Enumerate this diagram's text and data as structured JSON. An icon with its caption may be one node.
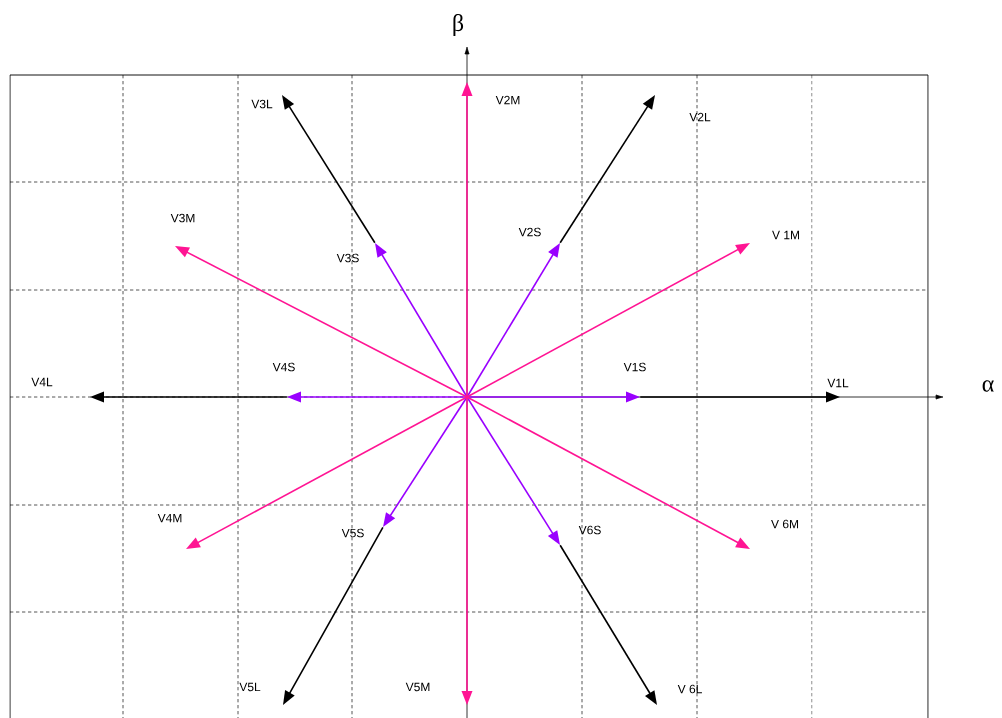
{
  "diagram": {
    "nodes": [
      {
        "text": [
          "V3L"
        ]
      },
      {
        "text": [
          "V2M"
        ]
      },
      {
        "text": [
          "V2L"
        ]
      },
      {
        "text": [
          "V3M"
        ]
      },
      {
        "text": [
          "V3S"
        ]
      },
      {
        "text": [
          "V2S"
        ]
      },
      {
        "text": [
          "V 1M"
        ]
      },
      {
        "text": [
          "V4L"
        ]
      },
      {
        "text": [
          "V4S"
        ]
      },
      {
        "text": [
          "V1S"
        ]
      },
      {
        "text": [
          "V1L"
        ]
      },
      {
        "text": [
          "V4M"
        ]
      },
      {
        "text": [
          "V5S"
        ]
      },
      {
        "text": [
          "V6S"
        ]
      },
      {
        "text": [
          "V 6M"
        ]
      },
      {
        "text": [
          "V5L"
        ]
      },
      {
        "text": [
          "V5M"
        ]
      },
      {
        "text": [
          "V 6L"
        ]
      }
    ],
    "edges": [
      {
        "from": null,
        "to": 9,
        "arrow": "to",
        "color": "#9900ff"
      },
      {
        "from": null,
        "to": 5,
        "arrow": "to",
        "color": "#9900ff"
      },
      {
        "from": null,
        "to": 4,
        "arrow": "to",
        "color": "#9900ff"
      },
      {
        "from": null,
        "to": 8,
        "arrow": "to",
        "color": "#9900ff"
      },
      {
        "from": null,
        "to": 12,
        "arrow": "to",
        "color": "#9900ff"
      },
      {
        "from": null,
        "to": 13,
        "arrow": "to",
        "color": "#9900ff"
      },
      {
        "from": 9,
        "to": 10,
        "arrow": "to",
        "color": "#000000"
      },
      {
        "from": 5,
        "to": 2,
        "arrow": "to",
        "color": "#000000"
      },
      {
        "from": 4,
        "to": 0,
        "arrow": "to",
        "color": "#000000"
      },
      {
        "from": 8,
        "to": 7,
        "arrow": "to",
        "color": "#000000"
      },
      {
        "from": 12,
        "to": 15,
        "arrow": "to",
        "color": "#000000"
      },
      {
        "from": 13,
        "to": 17,
        "arrow": "to",
        "color": "#000000"
      },
      {
        "from": null,
        "to": 6,
        "arrow": "to",
        "color": "#ff1493"
      },
      {
        "from": null,
        "to": 1,
        "arrow": "to",
        "color": "#ff1493"
      },
      {
        "from": null,
        "to": 3,
        "arrow": "to",
        "color": "#ff1493"
      },
      {
        "from": null,
        "to": 11,
        "arrow": "to",
        "color": "#ff1493"
      },
      {
        "from": null,
        "to": 16,
        "arrow": "to",
        "color": "#ff1493"
      },
      {
        "from": null,
        "to": 14,
        "arrow": "to",
        "color": "#ff1493"
      }
    ],
    "labels": [
      "β",
      "α"
    ]
  }
}
